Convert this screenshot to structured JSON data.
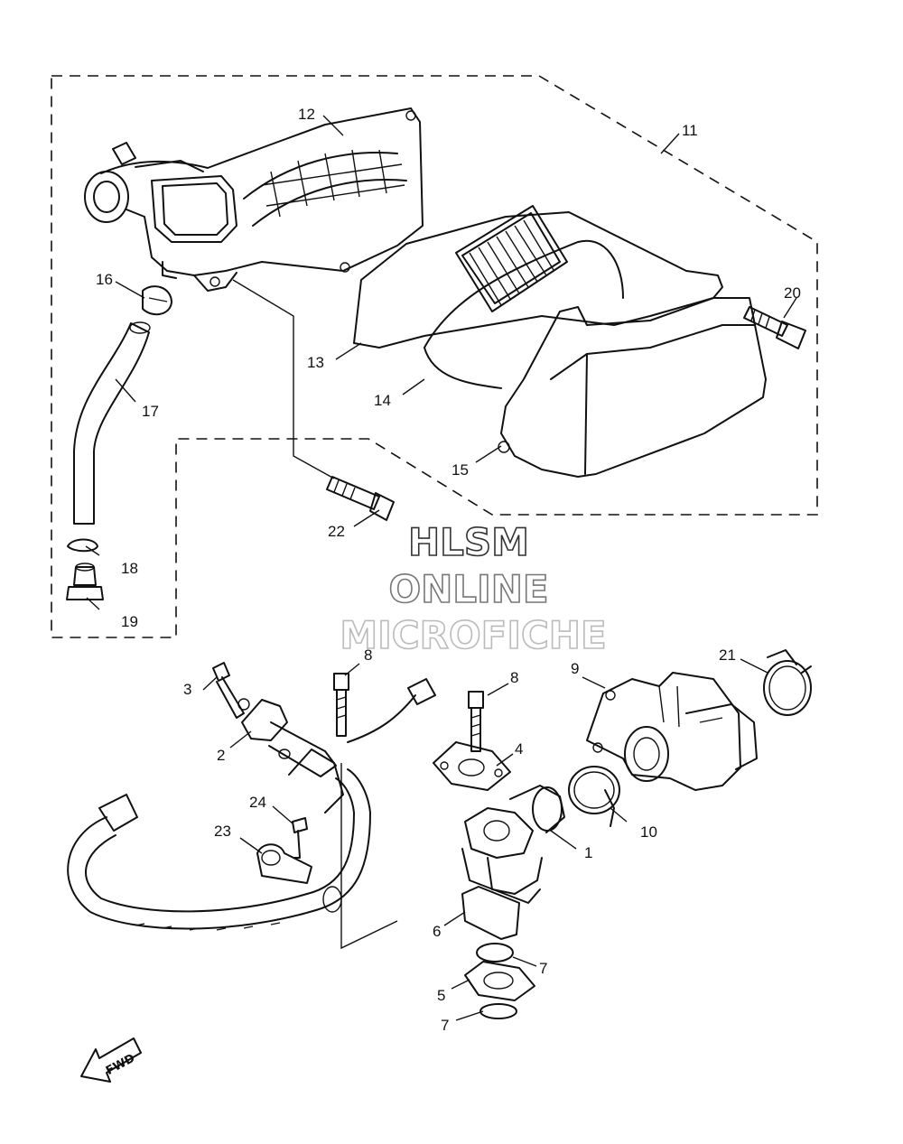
{
  "watermark": {
    "line1": "HLSM",
    "line2": "ONLINE",
    "line3": "MICROFICHE",
    "colors": {
      "line1": "#333333",
      "line2": "#777777",
      "line3": "#bbbbbb"
    }
  },
  "fwd_label": "FWD",
  "callouts": [
    {
      "id": "p1",
      "label": "1"
    },
    {
      "id": "p2",
      "label": "2"
    },
    {
      "id": "p3",
      "label": "3"
    },
    {
      "id": "p4",
      "label": "4"
    },
    {
      "id": "p5",
      "label": "5"
    },
    {
      "id": "p6",
      "label": "6"
    },
    {
      "id": "p7a",
      "label": "7"
    },
    {
      "id": "p7b",
      "label": "7"
    },
    {
      "id": "p8a",
      "label": "8"
    },
    {
      "id": "p8b",
      "label": "8"
    },
    {
      "id": "p9",
      "label": "9"
    },
    {
      "id": "p10",
      "label": "10"
    },
    {
      "id": "p11",
      "label": "11"
    },
    {
      "id": "p12",
      "label": "12"
    },
    {
      "id": "p13",
      "label": "13"
    },
    {
      "id": "p14",
      "label": "14"
    },
    {
      "id": "p15",
      "label": "15"
    },
    {
      "id": "p16",
      "label": "16"
    },
    {
      "id": "p17",
      "label": "17"
    },
    {
      "id": "p18",
      "label": "18"
    },
    {
      "id": "p19",
      "label": "19"
    },
    {
      "id": "p20",
      "label": "20"
    },
    {
      "id": "p21",
      "label": "21"
    },
    {
      "id": "p22",
      "label": "22"
    },
    {
      "id": "p23",
      "label": "23"
    },
    {
      "id": "p24",
      "label": "24"
    }
  ]
}
